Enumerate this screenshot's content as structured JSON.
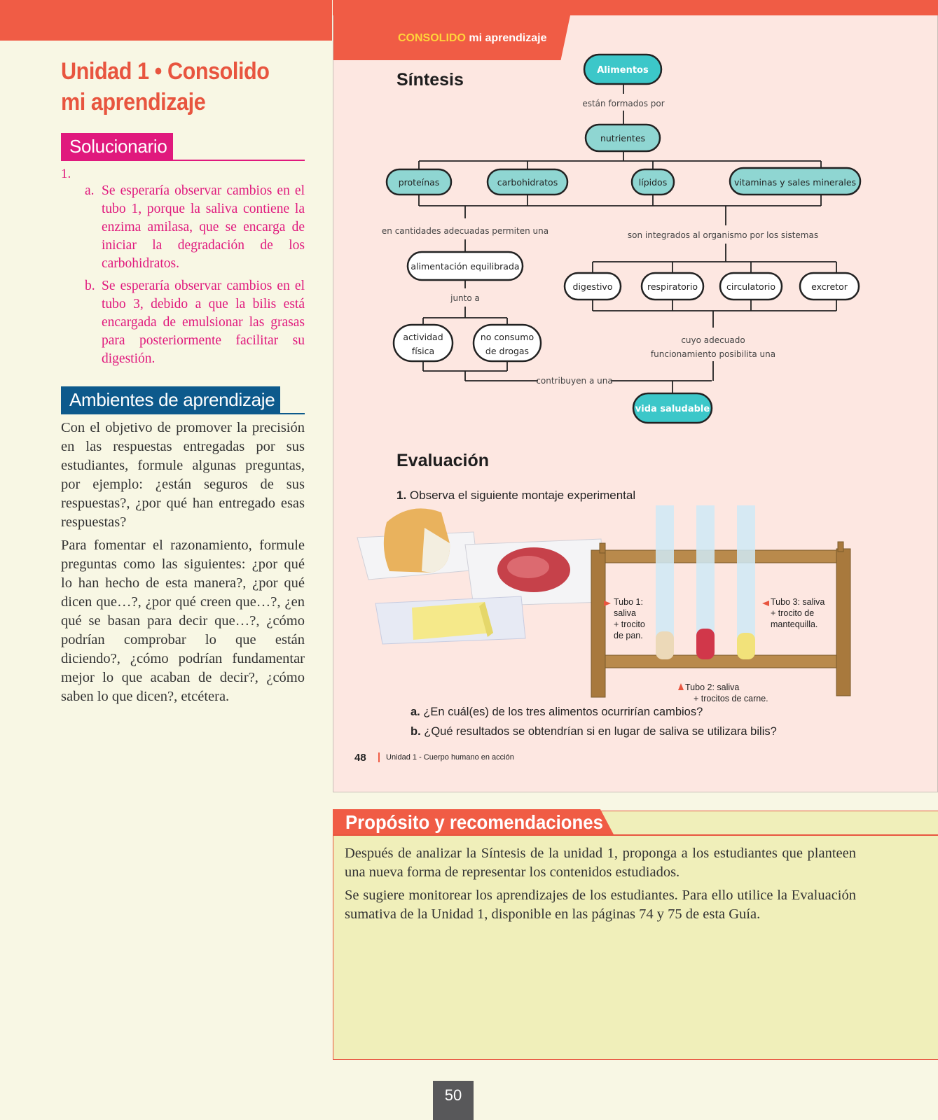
{
  "left": {
    "title_line1": "Unidad 1 • Consolido",
    "title_line2": "mi aprendizaje",
    "solucionario": {
      "heading": "Solucionario",
      "number": "1.",
      "items": [
        {
          "letter": "a.",
          "text": "Se esperaría observar cambios en el tubo 1, porque la saliva contiene la enzima amilasa, que se encarga de iniciar la degradación de los carbohidratos."
        },
        {
          "letter": "b.",
          "text": "Se esperaría observar cambios en el tubo 3, debido a que la bilis está encargada de emulsionar las grasas para posteriormente facilitar su digestión."
        }
      ]
    },
    "ambientes": {
      "heading": "Ambientes de aprendizaje",
      "p1": "Con el objetivo de promover la precisión en las respuestas entregadas por sus estudiantes, formule algunas preguntas, por ejemplo: ¿están seguros de sus respuestas?, ¿por qué han entregado esas respuestas?",
      "p2": "Para fomentar el razonamiento, formule preguntas como las siguientes: ¿por qué lo han hecho de esta manera?, ¿por qué dicen que…?, ¿por qué creen que…?, ¿en qué se basan para decir que…?, ¿cómo podrían comprobar lo que están diciendo?, ¿cómo podrían fundamentar mejor lo que acaban de decir?, ¿cómo saben lo que dicen?, etcétera."
    }
  },
  "book": {
    "tab_bold": "CONSOLIDO",
    "tab_rest": " mi aprendizaje",
    "sintesis": "Síntesis",
    "concept_map": {
      "alimentos": "Alimentos",
      "formados": "están formados por",
      "nutrientes": "nutrientes",
      "proteinas": "proteínas",
      "carbohidratos": "carbohidratos",
      "lipidos": "lípidos",
      "vitaminas": "vitaminas y sales minerales",
      "cantidades": "en cantidades adecuadas permiten una",
      "integrados": "son integrados al organismo por los sistemas",
      "alimentacion": "alimentación equilibrada",
      "junto": "junto a",
      "actividad_1": "actividad",
      "actividad_2": "física",
      "noconsumo_1": "no consumo",
      "noconsumo_2": "de drogas",
      "digestivo": "digestivo",
      "respiratorio": "respiratorio",
      "circulatorio": "circulatorio",
      "excretor": "excretor",
      "cuyo_1": "cuyo adecuado",
      "cuyo_2": "funcionamiento posibilita una",
      "contribuyen": "contribuyen a una",
      "vida": "vida saludable"
    },
    "evaluacion": "Evaluación",
    "q1_num": "1.",
    "q1_text": " Observa el siguiente montaje experimental",
    "tube1": [
      "Tubo 1:",
      "saliva",
      "+ trocito",
      "de pan."
    ],
    "tube2": [
      "Tubo 2: saliva",
      "+ trocitos de carne."
    ],
    "tube3": [
      "Tubo 3: saliva",
      "+ trocito de",
      "mantequilla."
    ],
    "qa_letter": "a.",
    "qa_text": " ¿En cuál(es) de los tres alimentos ocurrirían cambios?",
    "qb_letter": "b.",
    "qb_text": " ¿Qué resultados se obtendrían si en lugar de saliva se utilizara bilis?",
    "footer_num": "48",
    "footer_text": "Unidad 1 - Cuerpo humano en acción"
  },
  "proposito": {
    "heading": "Propósito y recomendaciones",
    "p1": "Después de analizar la Síntesis de la unidad 1, proponga a los estudiantes que planteen una nueva forma de representar los contenidos estudiados.",
    "p2": "Se sugiere monitorear los aprendizajes de los estudiantes. Para ello utilice la Evaluación sumativa de la Unidad 1, disponible en las páginas 74 y 75 de esta Guía."
  },
  "page_number": "50",
  "colors": {
    "accent": "#f05c45",
    "magenta": "#e0197d",
    "blue": "#0d5a8c",
    "teal": "#3cc7c9"
  }
}
